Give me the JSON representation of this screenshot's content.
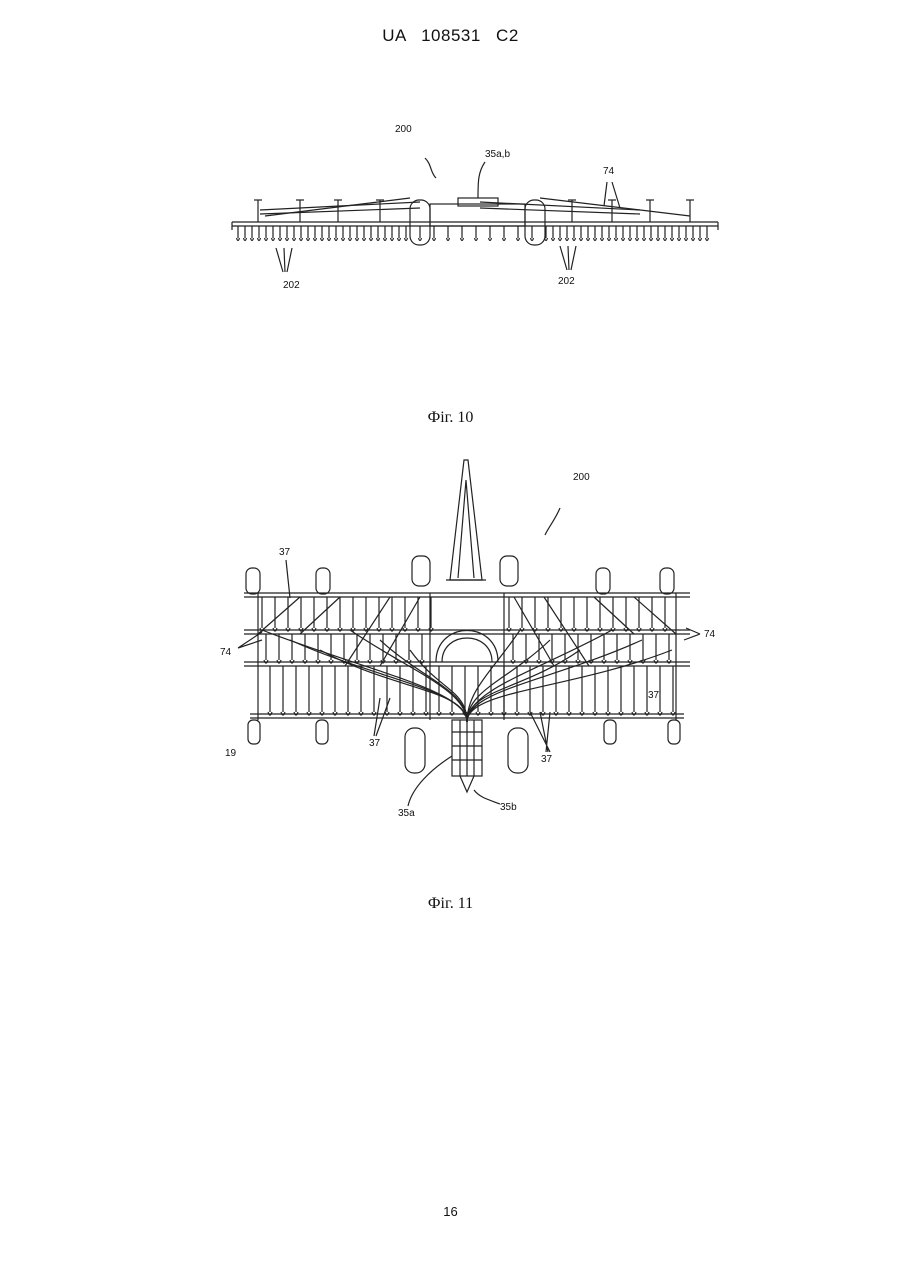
{
  "header": {
    "title": "UA   108531   C2"
  },
  "figures": [
    {
      "caption": "Фіг. 10",
      "labels": {
        "ref_200": "200",
        "ref_35ab": "35a,b",
        "ref_74": "74",
        "ref_202_left": "202",
        "ref_202_right": "202"
      }
    },
    {
      "caption": "Фіг. 11",
      "labels": {
        "ref_200": "200",
        "ref_37_top": "37",
        "ref_74_left": "74",
        "ref_74_right": "74",
        "ref_37_prime": "37'",
        "ref_19": "19",
        "ref_37_mid_left": "37",
        "ref_37_mid_right": "37",
        "ref_35a": "35a",
        "ref_35b": "35b"
      }
    }
  ],
  "footer": {
    "page_number": "16"
  }
}
